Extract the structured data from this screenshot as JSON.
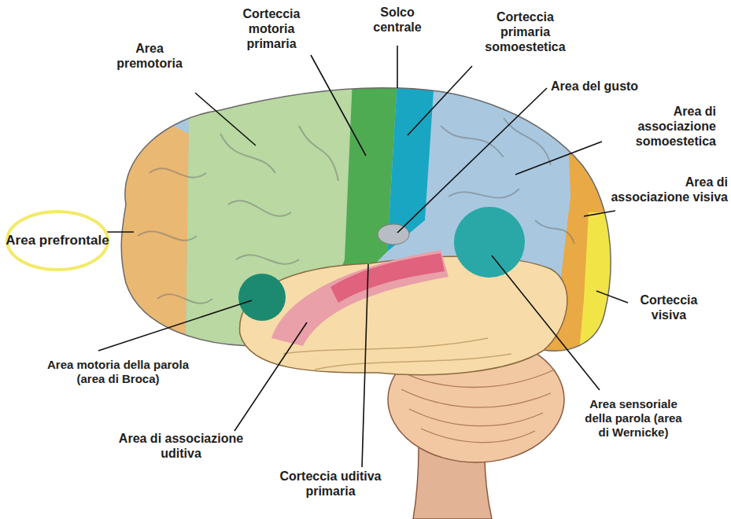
{
  "diagram": {
    "nodes": [
      {
        "text": [
          "Area prefrontale"
        ]
      }
    ],
    "labels": [
      "Corteccia motoria primaria",
      "Solco centrale",
      "Corteccia primaria somoestetica",
      "Area premotoria",
      "Area del gusto",
      "Area di associazione somoestetica",
      "Area di associazione visiva",
      "Corteccia visiva",
      "Area motoria della parola (area di Broca)",
      "Area di associazione uditiva",
      "Corteccia uditiva primaria",
      "Area sensoriale della parola (area di Wernicke)"
    ]
  }
}
